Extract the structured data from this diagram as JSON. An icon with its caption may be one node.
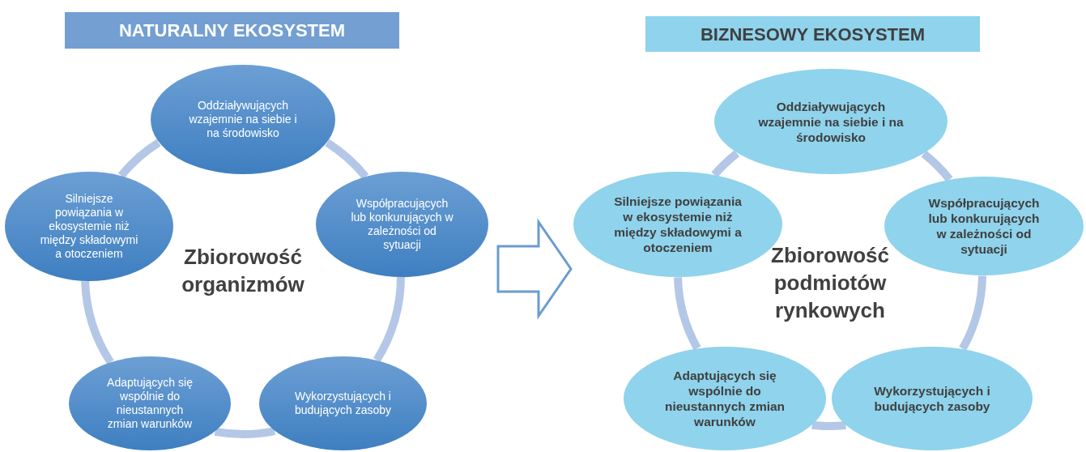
{
  "diagram": {
    "nodes": [
      {
        "text": [
          "NATURALNY EKOSYSTEM"
        ]
      },
      {
        "text": [
          "Oddziaływujących wzajemnie na siebie i na środowisko"
        ]
      },
      {
        "text": [
          "Współpracujących lub konkurujących w zależności od sytuacji"
        ]
      },
      {
        "text": [
          "Wykorzystujących i budujących zasoby"
        ]
      },
      {
        "text": [
          "Adaptujących się wspólnie do nieustannych zmian warunków"
        ]
      },
      {
        "text": [
          "Silniejsze powiązania w ekosystemie niż między składowymi a otoczeniem"
        ]
      },
      {
        "text": [
          "BIZNESOWY EKOSYSTEM"
        ]
      },
      {
        "text": [
          "Oddziaływujących wzajemnie na siebie i na środowisko"
        ]
      },
      {
        "text": [
          "Współpracujących lub konkurujących w zależności od sytuacji"
        ]
      },
      {
        "text": [
          "Wykorzystujących i budujących zasoby"
        ]
      },
      {
        "text": [
          "Adaptujących się wspólnie do nieustannych zmian warunków"
        ]
      },
      {
        "text": [
          "Silniejsze powiązania w ekosystemie niż między składowymi a otoczeniem"
        ]
      }
    ],
    "edges": [
      {
        "from": 1,
        "to": 2,
        "arrow": "none"
      },
      {
        "from": 2,
        "to": 3,
        "arrow": "none"
      },
      {
        "from": 3,
        "to": 4,
        "arrow": "none"
      },
      {
        "from": 4,
        "to": 5,
        "arrow": "none"
      },
      {
        "from": 5,
        "to": 1,
        "arrow": "none"
      },
      {
        "from": 7,
        "to": 8,
        "arrow": "none"
      },
      {
        "from": 8,
        "to": 9,
        "arrow": "none"
      },
      {
        "from": 9,
        "to": 10,
        "arrow": "none"
      },
      {
        "from": 10,
        "to": 11,
        "arrow": "none"
      },
      {
        "from": 11,
        "to": 7,
        "arrow": "none"
      },
      {
        "from": 2,
        "to": 11,
        "arrow": "to",
        "color": "#6b9bd1"
      }
    ],
    "labels": [
      "Zbiorowość organizmów",
      "Zbiorowość podmiotów rynkowych"
    ]
  }
}
